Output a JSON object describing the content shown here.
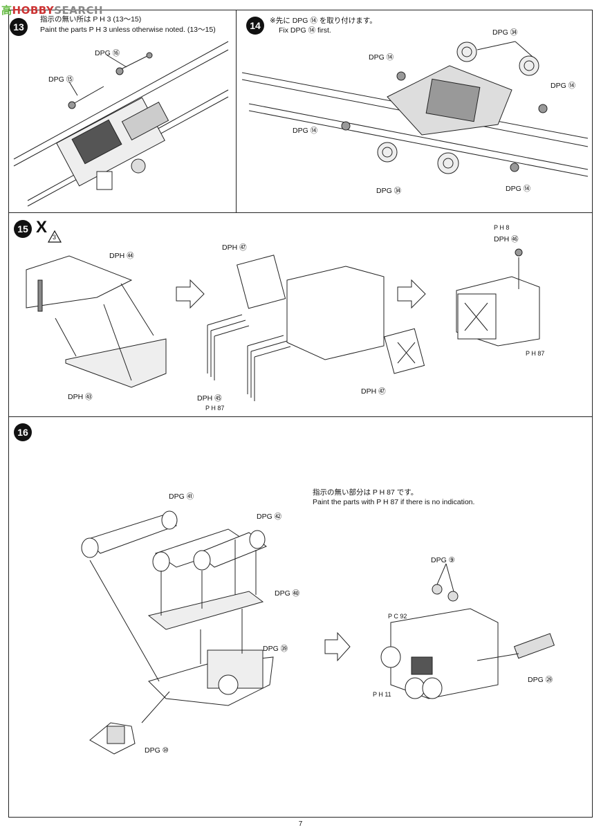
{
  "watermark": {
    "text_cn": "高",
    "text_en": "SEARCH",
    "prefix": "HOBBY"
  },
  "step13": {
    "number": "13",
    "note_jp": "指示の無い所は P H 3 (13〜15)",
    "note_en": "Paint the parts P H 3  unless otherwise noted. (13〜15)",
    "labels": [
      "DPG ⑯",
      "DPG ⑮"
    ]
  },
  "step14": {
    "number": "14",
    "note_jp": "※先に DPG ⑭ を取り付けます。",
    "note_en": "Fix DPG ⑭ first.",
    "labels": [
      "DPG ㉞",
      "DPG ⑭",
      "DPG ⑭",
      "DPG ⑭",
      "DPG ㉞",
      "DPG ⑭"
    ]
  },
  "step15": {
    "number": "15",
    "mark": "X",
    "count": "3",
    "labels": [
      "DPH ㊹",
      "DPH ㊸",
      "DPH ㊼",
      "DPH ㊺",
      "P H 87",
      "DPH ㊼",
      "P H 8",
      "DPH ㊻",
      "P H 87"
    ]
  },
  "step16": {
    "number": "16",
    "note_jp": "指示の無い部分は P H 87 です。",
    "note_en": "Paint the parts with P H 87 if there is no indication.",
    "labels": [
      "DPG ㊶",
      "DPG ㊷",
      "DPG ㊵",
      "DPG ㊴",
      "DPG ⑩",
      "DPG ⑨",
      "P C 92",
      "P H 11",
      "DPG ㉙"
    ]
  },
  "page_number": "7"
}
